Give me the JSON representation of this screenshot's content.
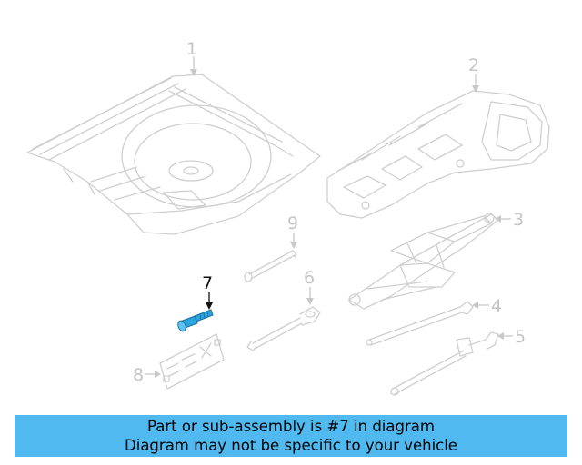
{
  "diagram": {
    "callouts": [
      "1",
      "2",
      "3",
      "4",
      "5",
      "6",
      "7",
      "8",
      "9"
    ],
    "highlighted_callout": "7",
    "colors": {
      "highlight_part": "#2aa3de",
      "line": "#cfcfcf",
      "banner": "#4fb9f0"
    }
  },
  "banner": {
    "line1": "Part or sub-assembly is #7 in diagram",
    "line2": "Diagram may not be specific to your vehicle"
  }
}
